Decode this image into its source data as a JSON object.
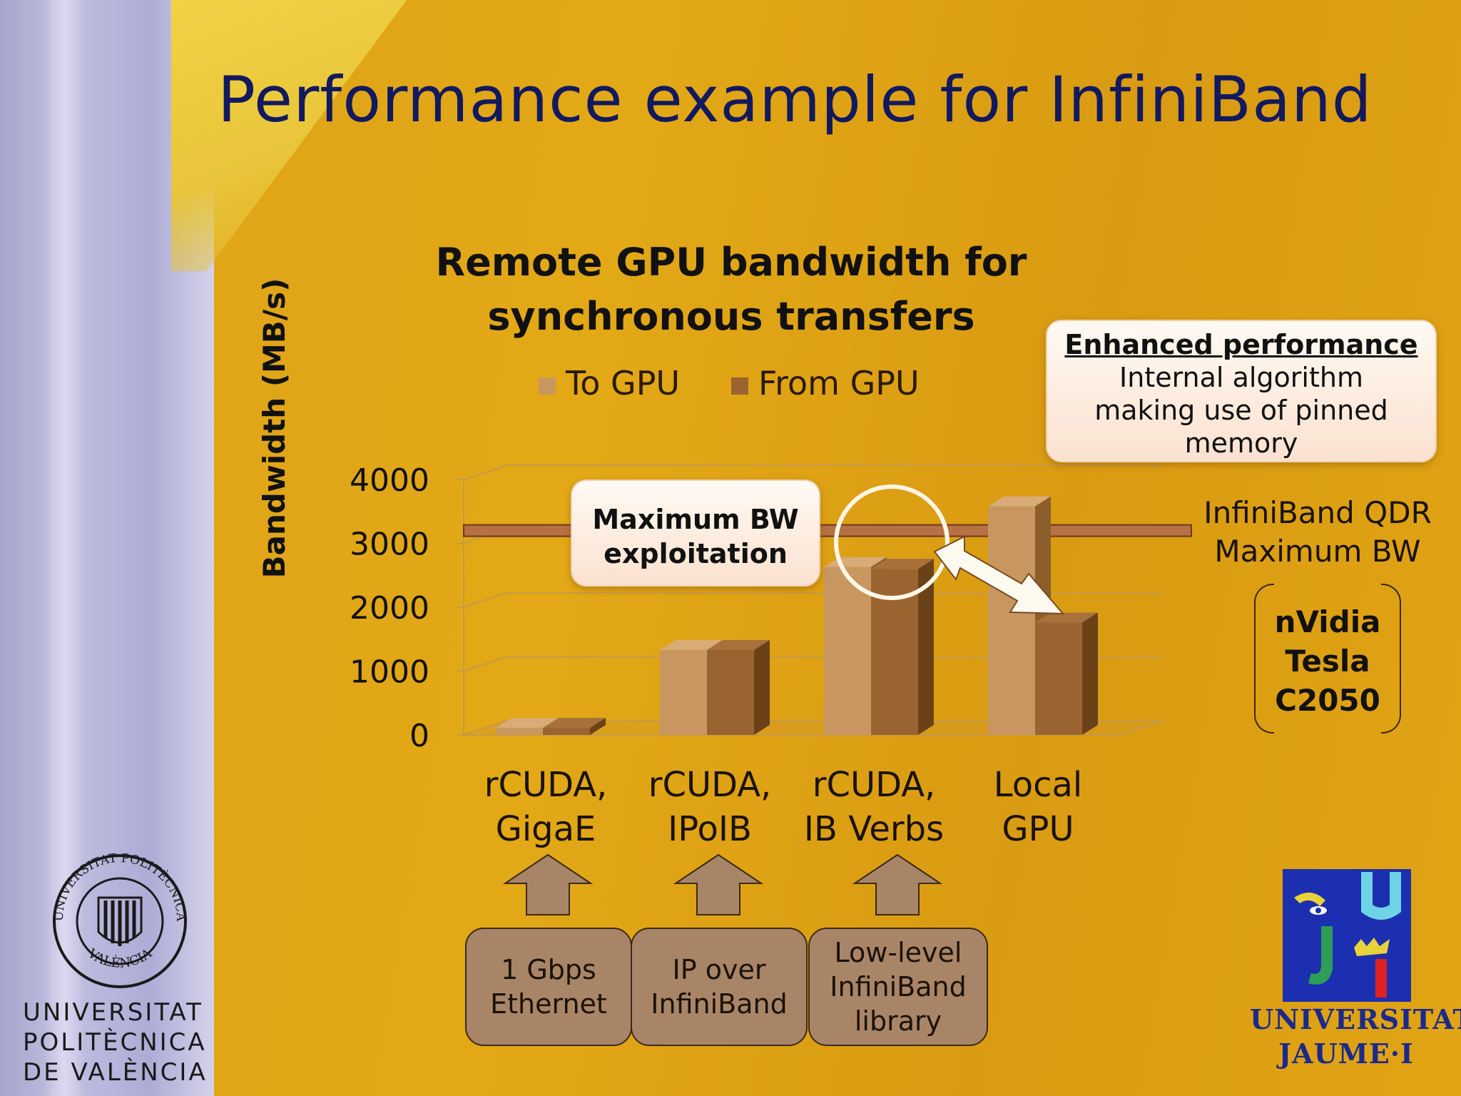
{
  "slide": {
    "title": "Performance example for InfiniBand",
    "chart_title_line1": "Remote GPU bandwidth for",
    "chart_title_line2": "synchronous transfers",
    "ylabel": "Bandwidth (MB/s)",
    "callout_max_line1": "Maximum BW",
    "callout_max_line2": "exploitation",
    "callout_enh_heading": "Enhanced performance",
    "callout_enh_line1": "Internal algorithm",
    "callout_enh_line2": "making use of pinned",
    "callout_enh_line3": "memory",
    "ib_line1": "InfiniBand QDR",
    "ib_line2": "Maximum BW",
    "tesla_line1": "nVidia",
    "tesla_line2": "Tesla",
    "tesla_line3": "C2050",
    "net_boxes": [
      {
        "line1": "1 Gbps",
        "line2": "Ethernet"
      },
      {
        "line1": "IP over",
        "line2": "InfiniBand"
      },
      {
        "line1": "Low-level",
        "line2": "InfiniBand",
        "line3": "library"
      }
    ],
    "upv_line1": "UNIVERSITAT",
    "upv_line2": "POLITÈCNICA",
    "upv_line3": "DE VALÈNCIA",
    "upv_seal_top": "UNIVERSITAT POLITÈCNICA",
    "upv_seal_bottom": "VALÈNCIA",
    "uji_line1": "UNIVERSITAT",
    "uji_line2": "JAUME·I"
  },
  "colors": {
    "to_gpu": "#c8975f",
    "from_gpu": "#9a6430",
    "title": "#12195e",
    "reference_line": "#b87045"
  },
  "chart_data": {
    "type": "bar",
    "title": "Remote GPU bandwidth for synchronous transfers",
    "ylabel": "Bandwidth (MB/s)",
    "categories": [
      [
        "rCUDA,",
        "GigaE"
      ],
      [
        "rCUDA,",
        "IPoIB"
      ],
      [
        "rCUDA,",
        "IB Verbs"
      ],
      [
        "Local",
        "GPU"
      ]
    ],
    "series": [
      {
        "name": "To GPU",
        "values": [
          110,
          1330,
          2630,
          3580
        ]
      },
      {
        "name": "From GPU",
        "values": [
          110,
          1330,
          2600,
          1760
        ]
      }
    ],
    "ylim": [
      0,
      4000
    ],
    "yticks": [
      0,
      1000,
      2000,
      3000,
      4000
    ],
    "reference_lines": [
      {
        "label": "InfiniBand QDR Maximum BW",
        "value": 3200
      }
    ],
    "legend_position": "top",
    "grid": true
  }
}
